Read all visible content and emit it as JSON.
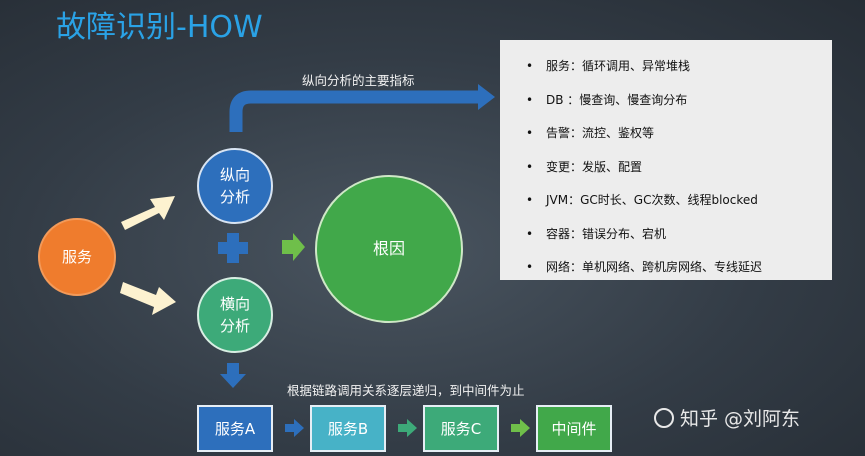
{
  "title": "故障识别-HOW",
  "nodes": {
    "service": "服务",
    "vertical_line1": "纵向",
    "vertical_line2": "分析",
    "horizontal_line1": "横向",
    "horizontal_line2": "分析",
    "root_cause": "根因"
  },
  "labels": {
    "vertical_metrics": "纵向分析的主要指标",
    "horizontal_desc": "根据链路调用关系逐层递归，到中间件为止"
  },
  "metrics": [
    "服务：循环调用、异常堆栈",
    "DB ：慢查询、慢查询分布",
    "告警：流控、鉴权等",
    "变更：发版、配置",
    "JVM：GC时长、GC次数、线程blocked",
    "容器：错误分布、宕机",
    "网络：单机网络、跨机房网络、专线延迟"
  ],
  "chain": [
    "服务A",
    "服务B",
    "服务C",
    "中间件"
  ],
  "watermark": "知乎 @刘阿东",
  "colors": {
    "title": "#2aa2e6",
    "service": "#ef7c2d",
    "vertical": "#2d6fbc",
    "horizontal": "#3daa79",
    "root": "#41a84a",
    "arrow_cream": "#fdf2d0",
    "arrow_green": "#6fbf4a"
  }
}
